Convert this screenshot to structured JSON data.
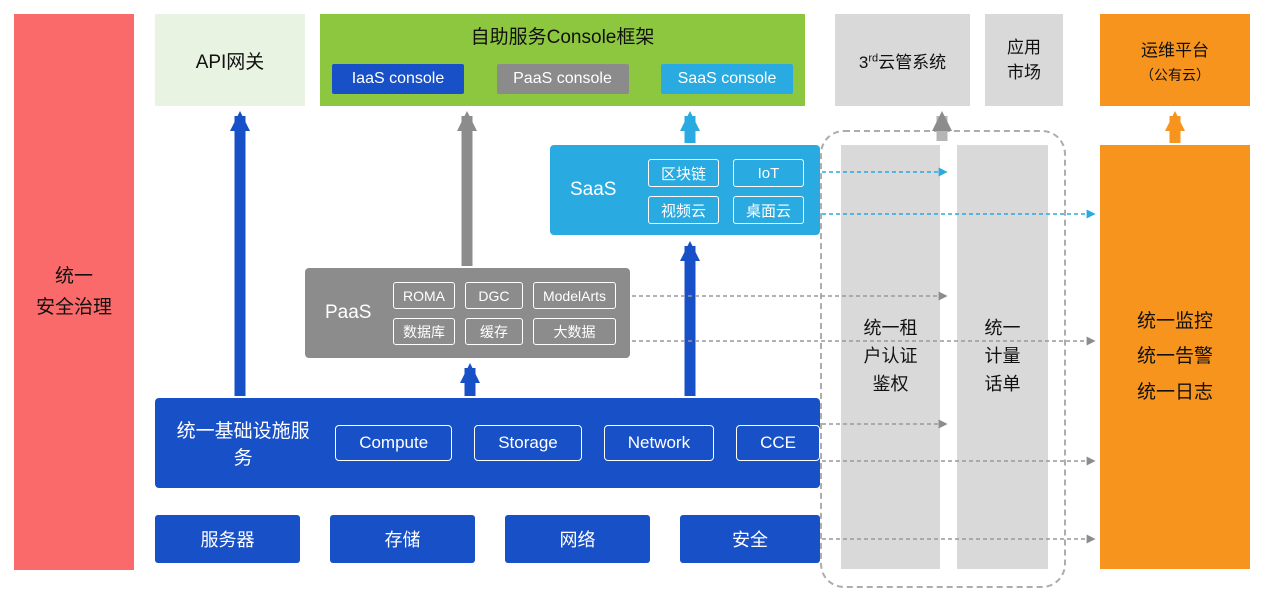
{
  "security_bar": {
    "label": "统一\n安全治理"
  },
  "api_gateway": {
    "label": "API网关"
  },
  "console_frame": {
    "title": "自助服务Console框架",
    "chips": {
      "iaas": "IaaS console",
      "paas": "PaaS console",
      "saas": "SaaS console"
    }
  },
  "third_party_cloud": {
    "prefix": "3",
    "superscript": "rd",
    "suffix": "云管系统"
  },
  "app_market": {
    "label": "应用\n市场"
  },
  "om_platform": {
    "line1": "运维平台",
    "line2": "（公有云）"
  },
  "saas": {
    "label": "SaaS",
    "chips": [
      "区块链",
      "IoT",
      "视频云",
      "桌面云"
    ]
  },
  "paas": {
    "label": "PaaS",
    "chips": [
      "ROMA",
      "DGC",
      "ModelArts",
      "数据库",
      "缓存",
      "大数据"
    ]
  },
  "infrastructure": {
    "label": "统一基础设施服务",
    "chips": [
      "Compute",
      "Storage",
      "Network",
      "CCE"
    ]
  },
  "hardware": {
    "items": [
      "服务器",
      "存储",
      "网络",
      "安全"
    ]
  },
  "auth_bar": {
    "label": "统一租\n户认证\n鉴权"
  },
  "metering_bar": {
    "label": "统一\n计量\n话单"
  },
  "monitor_bar": {
    "label": "统一监控\n统一告警\n统一日志"
  },
  "colors": {
    "blue": "#1850c8",
    "green": "#8dc63f",
    "light_green": "#e8f3e1",
    "cyan": "#29abe2",
    "gray": "#8c8c8c",
    "light_gray": "#d9d9d9",
    "orange": "#f7941e",
    "red": "#fa6a6a"
  }
}
